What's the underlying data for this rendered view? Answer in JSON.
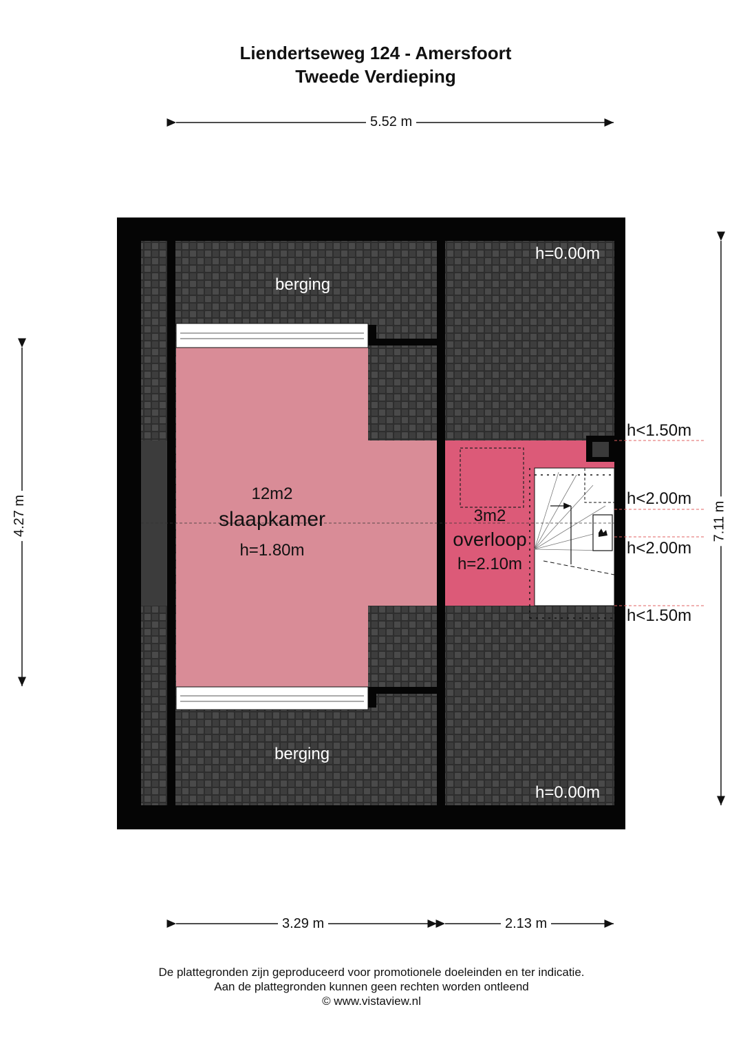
{
  "title": {
    "line1": "Liendertseweg 124 - Amersfoort",
    "line2": "Tweede Verdieping"
  },
  "dimensions": {
    "top_width": "5.52 m",
    "left_height": "4.27 m",
    "right_height": "7.11 m",
    "bottom_left": "3.29 m",
    "bottom_right": "2.13 m"
  },
  "rooms": {
    "berging_top": {
      "name": "berging"
    },
    "berging_bottom": {
      "name": "berging"
    },
    "slaapkamer": {
      "area": "12m2",
      "name": "slaapkamer",
      "height": "h=1.80m"
    },
    "overloop": {
      "area": "3m2",
      "name": "overloop",
      "height": "h=2.10m"
    }
  },
  "height_markers": {
    "top_right": "h=0.00m",
    "bottom_right": "h=0.00m",
    "m1": "h<1.50m",
    "m2": "h<2.00m",
    "m3": "h<2.00m",
    "m4": "h<1.50m"
  },
  "colors": {
    "wall": "#050505",
    "roof_tile": "#3a3a3a",
    "slaapkamer_fill": "#d98c97",
    "overloop_fill": "#dc5a78",
    "dim_line": "#111111",
    "marker_line": "#e06060"
  },
  "footer": {
    "line1": "De plattegronden zijn geproduceerd voor promotionele doeleinden en ter indicatie.",
    "line2": "Aan de plattegronden kunnen geen rechten worden ontleend",
    "line3": "© www.vistaview.nl"
  }
}
